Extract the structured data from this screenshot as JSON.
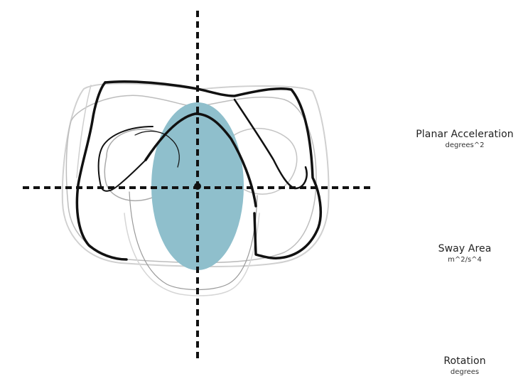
{
  "metrics": [
    {
      "title": "Planar Acceleration",
      "unit": "degrees^2"
    },
    {
      "title": "Sway Area",
      "unit": "m^2/s^4"
    },
    {
      "title": "Rotation",
      "unit": "degrees"
    }
  ],
  "colors": {
    "ellipse": "#8fbfcc",
    "axes": "#111111",
    "trace_dark": "#111111",
    "trace_mid": "#9a9a9a",
    "trace_light": "#c8c8c8"
  }
}
